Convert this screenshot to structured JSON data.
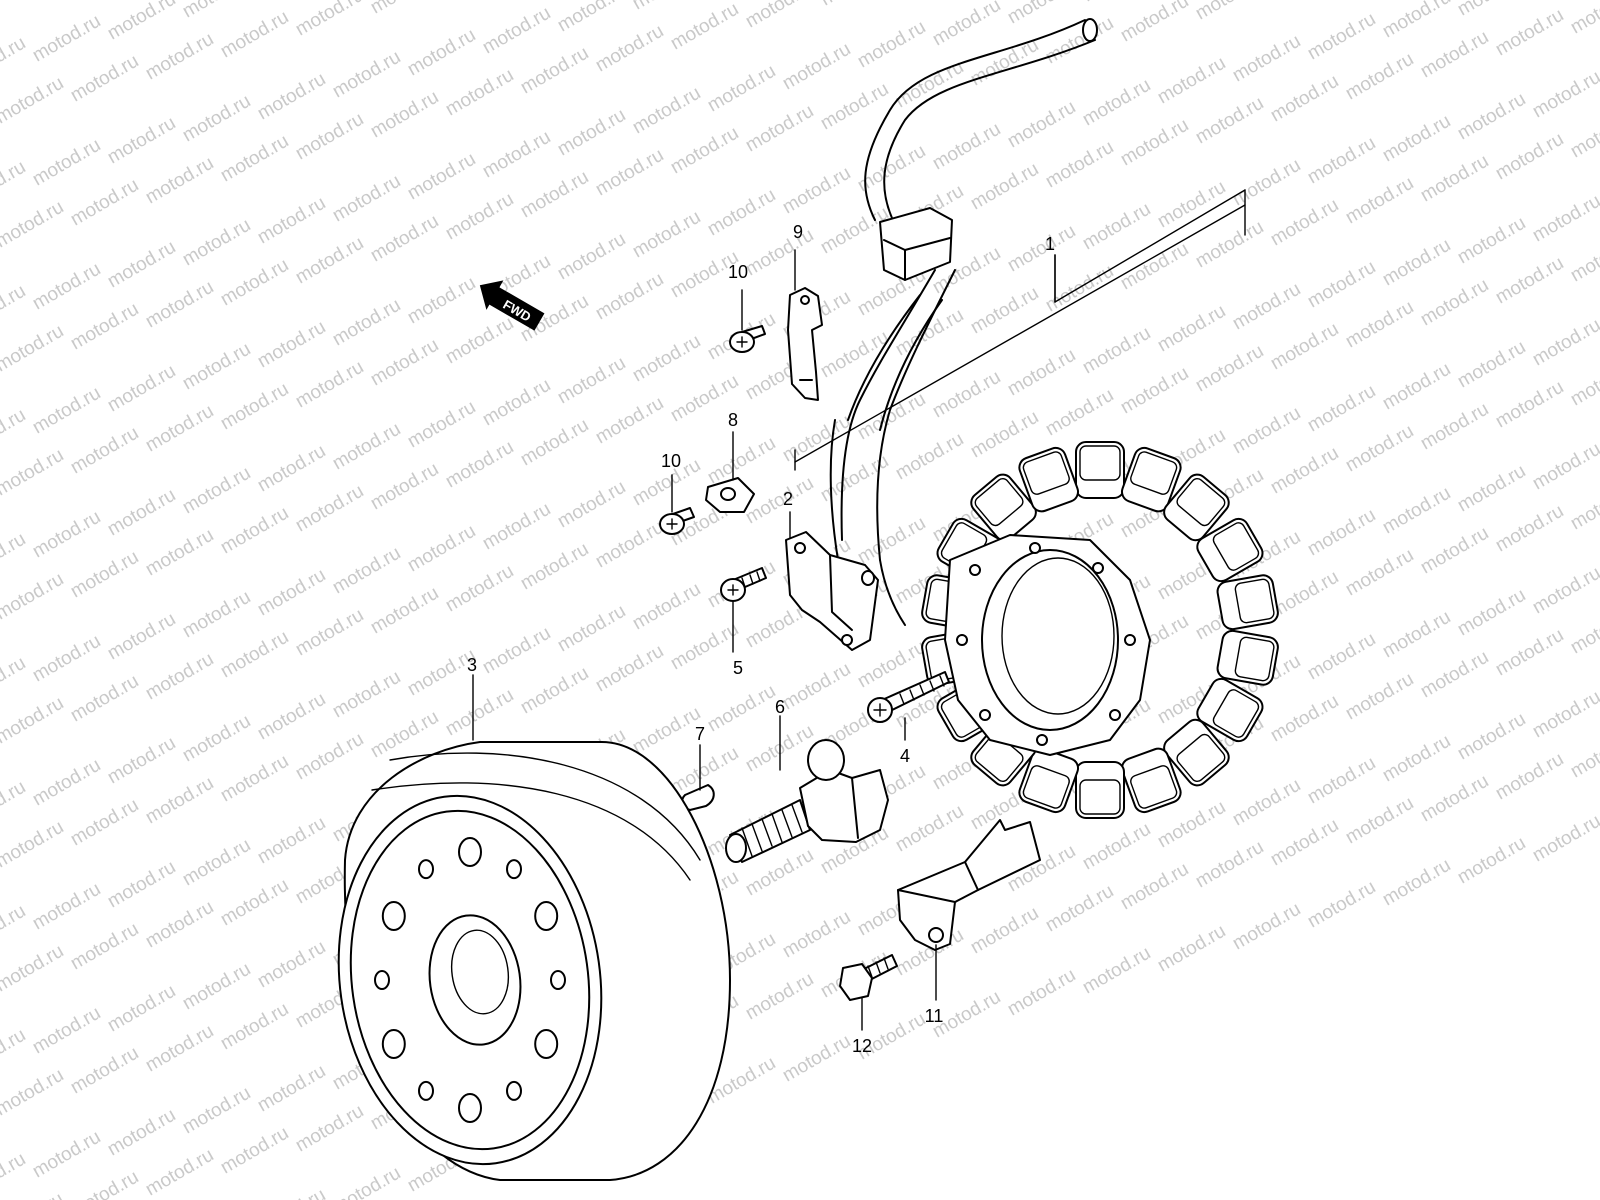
{
  "watermark": {
    "text": "motod.ru"
  },
  "direction_marker": {
    "label": "FWD"
  },
  "callouts": [
    {
      "id": "1",
      "label": "1"
    },
    {
      "id": "2",
      "label": "2"
    },
    {
      "id": "3",
      "label": "3"
    },
    {
      "id": "4",
      "label": "4"
    },
    {
      "id": "5",
      "label": "5"
    },
    {
      "id": "6",
      "label": "6"
    },
    {
      "id": "7",
      "label": "7"
    },
    {
      "id": "8",
      "label": "8"
    },
    {
      "id": "9",
      "label": "9"
    },
    {
      "id": "10a",
      "label": "10"
    },
    {
      "id": "10b",
      "label": "10"
    },
    {
      "id": "11",
      "label": "11"
    },
    {
      "id": "12",
      "label": "12"
    }
  ]
}
